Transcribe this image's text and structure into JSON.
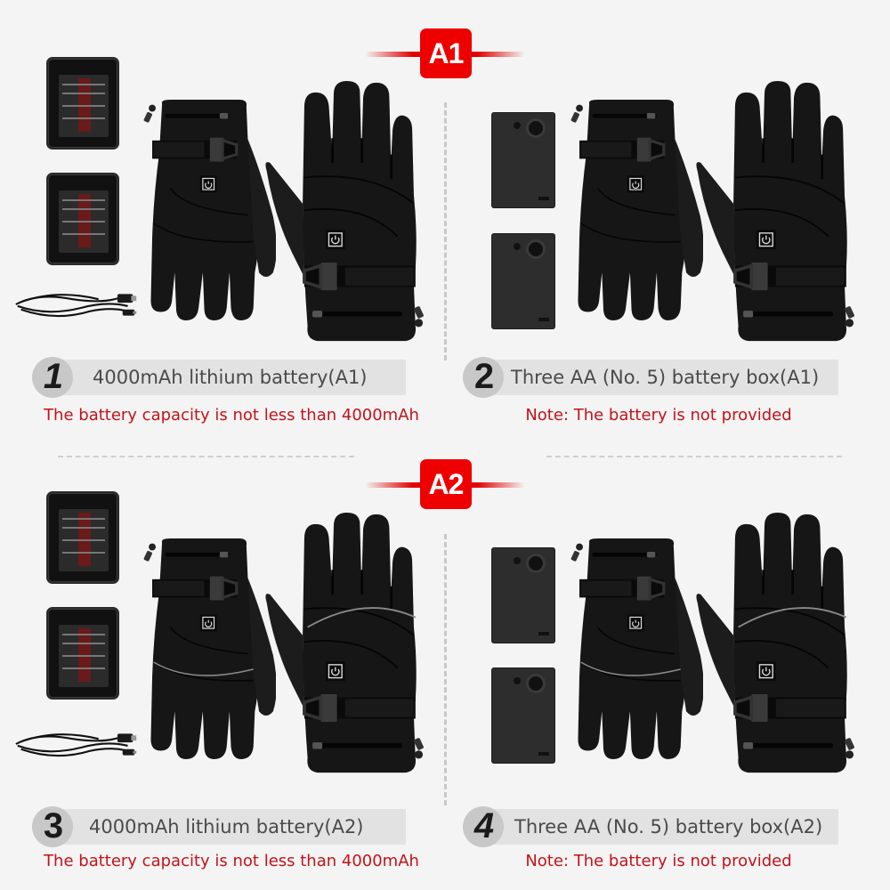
{
  "colors": {
    "background": "#f4f4f4",
    "badge_red": "#ee0000",
    "note_red": "#c4121a",
    "caption_bar": "#e2e2e2",
    "caption_text": "#4a4a4a"
  },
  "sections": [
    {
      "badge": "A1"
    },
    {
      "badge": "A2"
    }
  ],
  "options": [
    {
      "number": "1",
      "title": "4000mAh lithium battery(A1)",
      "note": "The battery capacity is not less than 4000mAh",
      "accessory": "lithium-battery-pack",
      "accessory_count": 2,
      "includes_usb_cable": true
    },
    {
      "number": "2",
      "title": "Three AA (No. 5) battery box(A1)",
      "note": "Note: The battery is not provided",
      "accessory": "aa-battery-box",
      "accessory_count": 2,
      "includes_usb_cable": false
    },
    {
      "number": "3",
      "title": "4000mAh lithium battery(A2)",
      "note": "The battery capacity is not less than 4000mAh",
      "accessory": "lithium-battery-pack",
      "accessory_count": 2,
      "includes_usb_cable": true
    },
    {
      "number": "4",
      "title": "Three AA (No. 5) battery box(A2)",
      "note": "Note: The battery is not provided",
      "accessory": "aa-battery-box",
      "accessory_count": 2,
      "includes_usb_cable": false
    }
  ],
  "icons": {
    "glove_button": "power-icon"
  }
}
